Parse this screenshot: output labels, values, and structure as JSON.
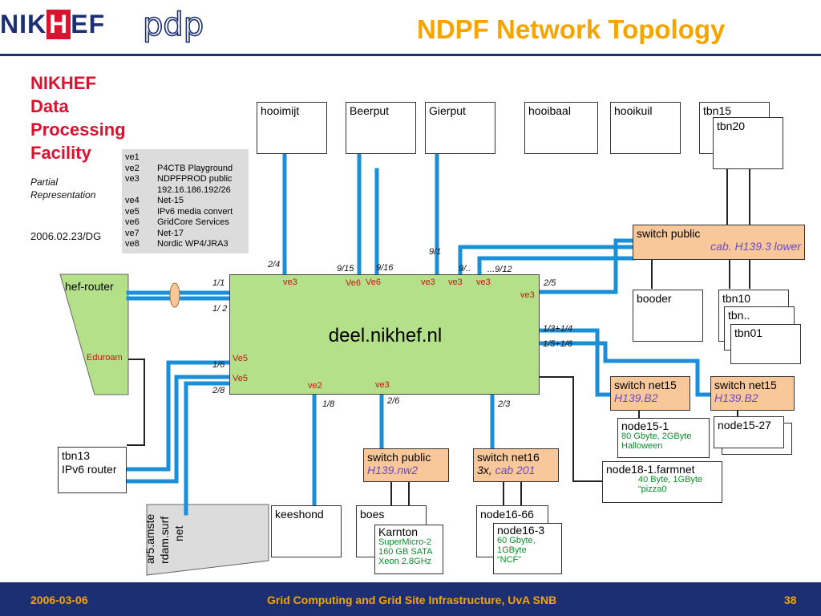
{
  "header": {
    "logo_left": "NIK",
    "logo_mid": "H",
    "logo_right": "EF",
    "logo_pdp": "pdp",
    "title": "NDPF Network Topology"
  },
  "sidebar": {
    "org_lines": [
      "NIKHEF",
      "Data",
      "Processing",
      "Facility"
    ],
    "partial": [
      "Partial",
      "Representation"
    ],
    "date": "2006.02.23/DG"
  },
  "legend": [
    {
      "k": "ve1",
      "v": ""
    },
    {
      "k": "ve2",
      "v": "P4CTB Playground"
    },
    {
      "k": "ve3",
      "v": "NDPFPROD public"
    },
    {
      "k": "",
      "v": "192.16.186.192/26"
    },
    {
      "k": "ve4",
      "v": "Net-15"
    },
    {
      "k": "ve5",
      "v": "IPv6 media convert"
    },
    {
      "k": "ve6",
      "v": "GridCore Services"
    },
    {
      "k": "ve7",
      "v": "Net-17"
    },
    {
      "k": "ve8",
      "v": "Nordic WP4/JRA3"
    }
  ],
  "nodes": {
    "hooimijt": "hooimijt",
    "beerput": "Beerput",
    "gierput": "Gierput",
    "hooibaal": "hooibaal",
    "hooikuil": "hooikuil",
    "tbn15": "tbn15",
    "tbn20": "tbn20",
    "switch_public_top": "switch public",
    "switch_public_top_sub": "cab. H139.3 lower",
    "booder": "booder",
    "tbn10": "tbn10",
    "tbn_dots": "tbn..",
    "tbn01": "tbn01",
    "hef_router": "hef-router",
    "eduroam": "Eduroam",
    "deel": "deel.nikhef.nl",
    "sw_net15_a": "switch net15",
    "sw_net15_a_sub": "H139.B2",
    "sw_net15_b": "switch net15",
    "sw_net15_b_sub": "H139.B2",
    "node15_1": "node15-1",
    "node15_1_note": [
      "80 Gbyte, 2GByte",
      "Halloween"
    ],
    "node15_27": "node15-27",
    "node18": "node18-1.farmnet",
    "node18_note": [
      "40 Byte, 1GByte",
      "“pizza0"
    ],
    "tbn13": [
      "tbn13",
      "IPv6 router"
    ],
    "sw_public_bot": "switch public",
    "sw_public_bot_sub": "H139.nw2",
    "sw_net16": "switch net16",
    "sw_net16_sub_a": "3x,",
    "sw_net16_sub_b": "cab 201",
    "keeshond": "keeshond",
    "boes": "boes",
    "karnton": "Karnton",
    "karnton_note": [
      "SuperMicro-2",
      "160 GB SATA",
      "Xeon 2.8GHz"
    ],
    "node16_66": "node16-66",
    "node16_3": "node16-3",
    "node16_3_note": [
      "60 Gbyte,",
      "1GByte",
      "“NCF”"
    ],
    "ar5": [
      "ar5.amste",
      "rdam.surf",
      "net"
    ]
  },
  "ports": {
    "ve3_a": "ve3",
    "ve6_a": "Ve6",
    "ve6_b": "Ve6",
    "ve3_b": "ve3",
    "ve3_c": "ve3",
    "ve3_d": "ve3",
    "ve3_e": "ve3",
    "ve5_a": "Ve5",
    "ve5_b": "Ve5",
    "ve2": "ve2",
    "ve3_f": "ve3"
  },
  "port_labels": {
    "p24": "2/4",
    "p915": "9/15",
    "p916": "9/16",
    "p91": "9/1",
    "p9dots": "9/..",
    "p912": "...9/12",
    "p11": "1/1",
    "p12": "1/ 2",
    "p25": "2/5",
    "p1314": "1/3+1/4",
    "p1516": "1/5+1/6",
    "p16": "1/6",
    "p28": "2/8",
    "p18": "1/8",
    "p26": "2/6",
    "p23": "2/3"
  },
  "footer": {
    "date": "2006-03-06",
    "center": "Grid Computing and Grid Site Infrastructure, UvA SNB",
    "page": "38"
  },
  "colors": {
    "navy": "#1c2f72",
    "accent": "#f5a400",
    "red": "#d8122f",
    "green": "#b5e08a",
    "orange": "#f8c89a",
    "link": "#1a8fd8"
  }
}
